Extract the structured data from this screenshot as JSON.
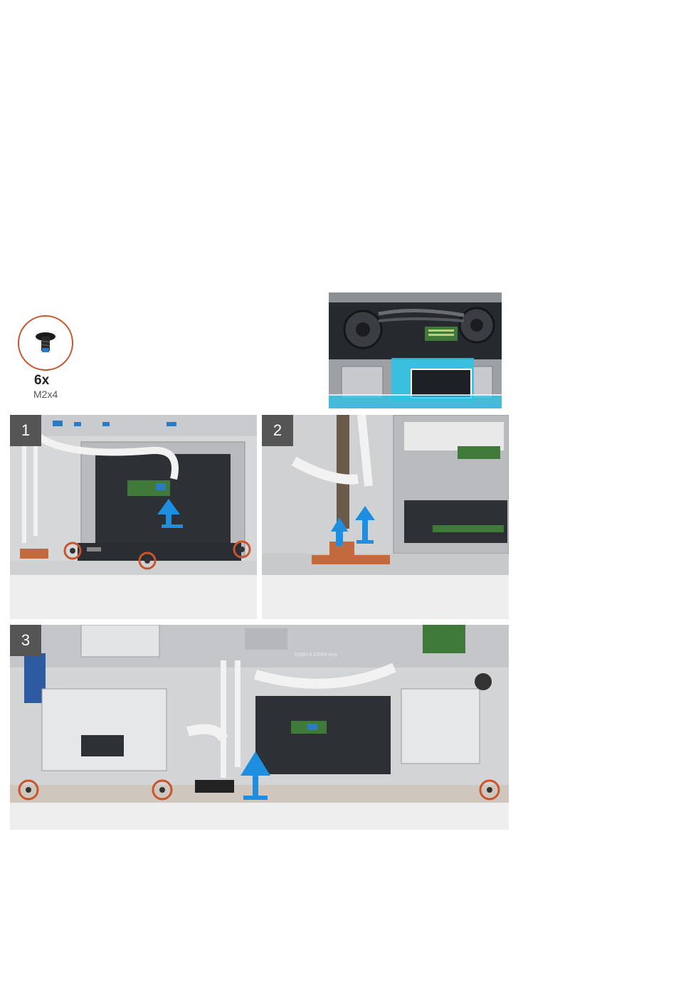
{
  "screw_legend": {
    "count": "6x",
    "size": "M2x4"
  },
  "steps": [
    {
      "number": "1"
    },
    {
      "number": "2"
    },
    {
      "number": "3"
    }
  ],
  "board_labels": {
    "memory_label": "DIMM A   DDR4 only"
  },
  "colors": {
    "screw_highlight": "#c8552c",
    "lift_arrow": "#1e8fe0",
    "highlight_box": "#29c4e8",
    "copper_bracket": "#c26a3d"
  }
}
